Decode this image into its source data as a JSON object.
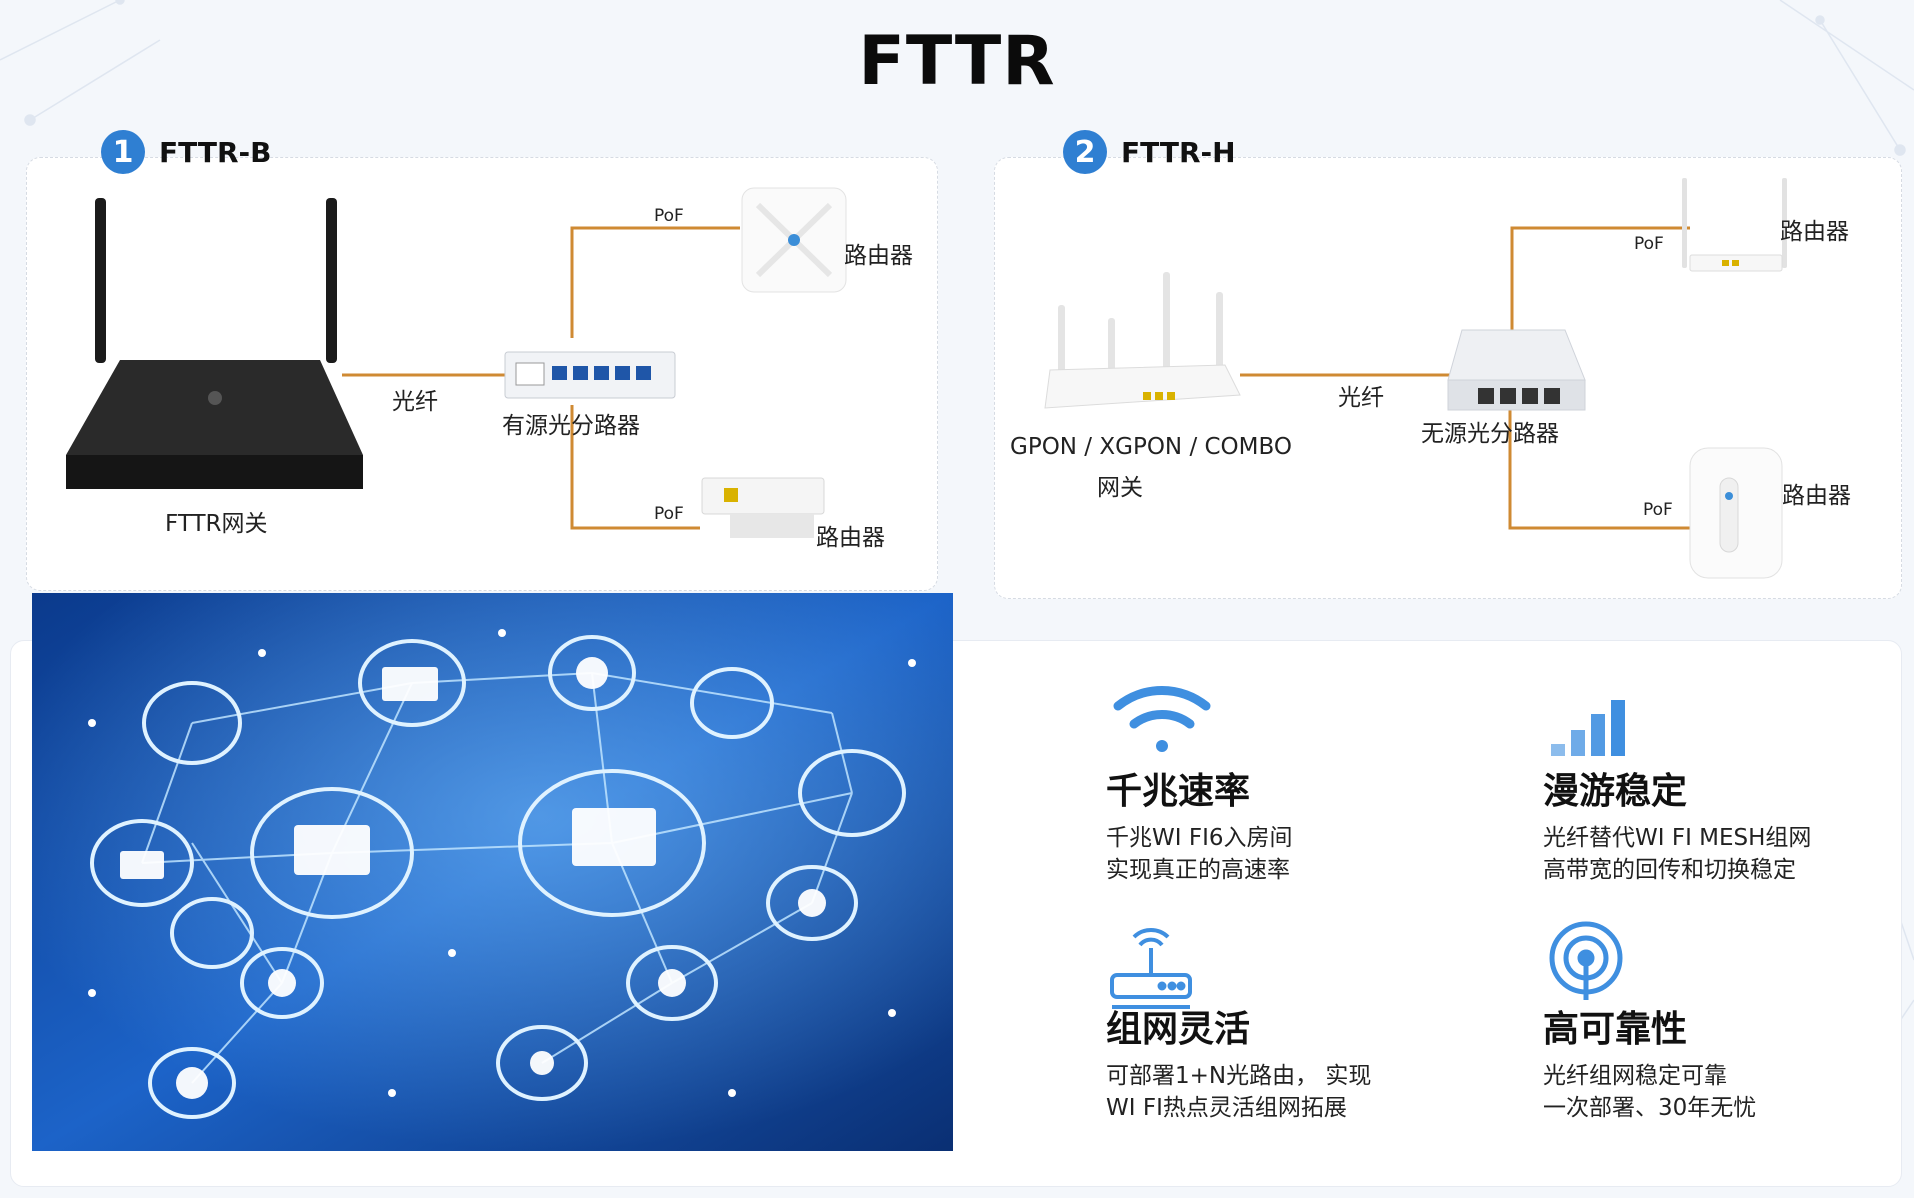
{
  "title": "FTTR",
  "sections": [
    {
      "number": "1",
      "name": "FTTR-B"
    },
    {
      "number": "2",
      "name": "FTTR-H"
    }
  ],
  "fttr_b": {
    "gateway_label": "FTTR网关",
    "fiber_label": "光纤",
    "splitter_label": "有源光分路器",
    "pof_top": "PoF",
    "pof_bottom": "PoF",
    "router_top": "路由器",
    "router_bottom": "路由器"
  },
  "fttr_h": {
    "gateway_line1": "GPON / XGPON / COMBO",
    "gateway_line2": "网关",
    "fiber_label": "光纤",
    "splitter_label": "无源光分路器",
    "pof_top": "PoF",
    "pof_bottom": "PoF",
    "router_top": "路由器",
    "router_bottom": "路由器"
  },
  "features": [
    {
      "icon": "wifi-icon",
      "title": "千兆速率",
      "line1": "千兆WI FI6入房间",
      "line2": "实现真正的高速率"
    },
    {
      "icon": "signal-bars-icon",
      "title": "漫游稳定",
      "line1": "光纤替代WI FI MESH组网",
      "line2": "高带宽的回传和切换稳定"
    },
    {
      "icon": "router-icon",
      "title": "组网灵活",
      "line1": "可部署1+N光路由， 实现",
      "line2": "WI FI热点灵活组网拓展"
    },
    {
      "icon": "antenna-icon",
      "title": "高可靠性",
      "line1": "光纤组网稳定可靠",
      "line2": "一次部署、30年无忧"
    }
  ],
  "colors": {
    "link": "#cf8a33",
    "accent": "#2f7fd2",
    "icon_blue": "#3f8fe0"
  }
}
